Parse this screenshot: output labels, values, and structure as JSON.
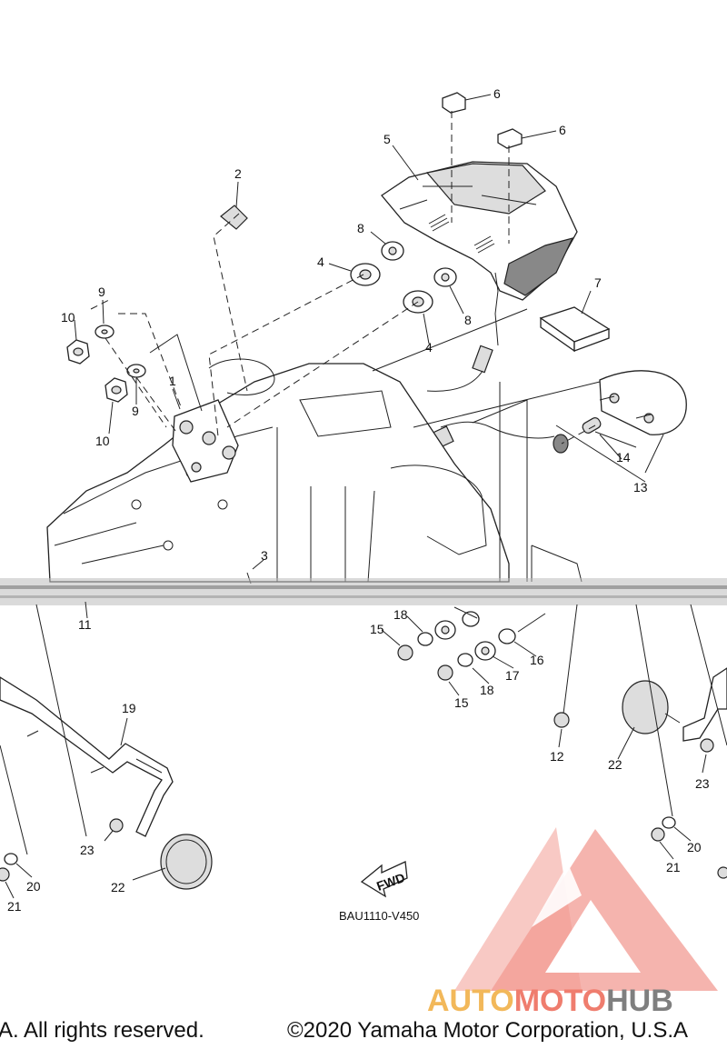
{
  "callouts": [
    "1",
    "2",
    "3",
    "4",
    "4",
    "5",
    "6",
    "6",
    "7",
    "8",
    "8",
    "9",
    "9",
    "10",
    "10",
    "11",
    "12",
    "13",
    "14",
    "15",
    "15",
    "16",
    "17",
    "18",
    "18",
    "19",
    "20",
    "20",
    "21",
    "21",
    "22",
    "22",
    "23",
    "23"
  ],
  "fwd_label": "FWD",
  "diagram_ref": "BAU1110-V450",
  "copyright_left": "A. All rights reserved.",
  "copyright_right": "©2020 Yamaha Motor Corporation, U.S.A",
  "watermark": {
    "part1": "AUTO",
    "part2": "MOTO",
    "part3": "HUB",
    "colors": [
      "#f2b85a",
      "#ef7d6e",
      "#7f7f7f"
    ],
    "logo_color": "#f08a80"
  }
}
